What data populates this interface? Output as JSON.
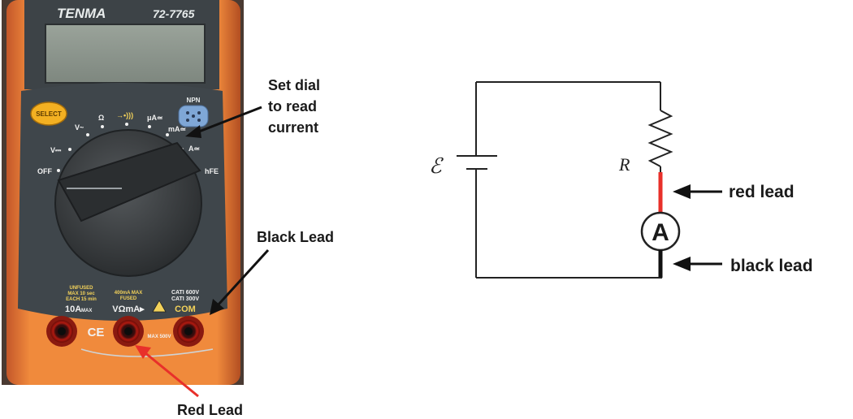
{
  "meter": {
    "brand": "TENMA",
    "model": "72-7765",
    "select_button": "SELECT",
    "npn_label": "NPN",
    "dial_marks": {
      "off": "OFF",
      "v_dc": "V⎓",
      "v_ac": "V~",
      "ohm": "Ω",
      "diode": "→•)))",
      "ua": "μA≃",
      "ma": "mA≃",
      "a": "A≃",
      "hfe": "hFE"
    },
    "terminals": {
      "unfused_note": [
        "UNFUSED",
        "MAX 10 sec",
        "EACH 15 min"
      ],
      "ten_a": "10A",
      "ten_a_sub": "MAX",
      "fused_note": [
        "400mA MAX",
        "FUSED"
      ],
      "v_ohm_ma": "VΩmA▸",
      "cat_note": [
        "CATI 600V",
        "CATI 300V"
      ],
      "com": "COM",
      "max_500v": "MAX 500V",
      "ce_mark": "CE"
    },
    "callouts": {
      "set_dial": [
        "Set dial",
        "to read",
        "current"
      ],
      "black_lead": "Black Lead",
      "red_lead": "Red Lead"
    }
  },
  "circuit": {
    "emf_symbol": "ℰ",
    "resistor_label": "R",
    "ammeter_label": "A",
    "red_lead": "red lead",
    "black_lead": "black lead",
    "colors": {
      "red_lead": "#e8302a",
      "black_lead": "#111111",
      "wire": "#222222"
    }
  }
}
